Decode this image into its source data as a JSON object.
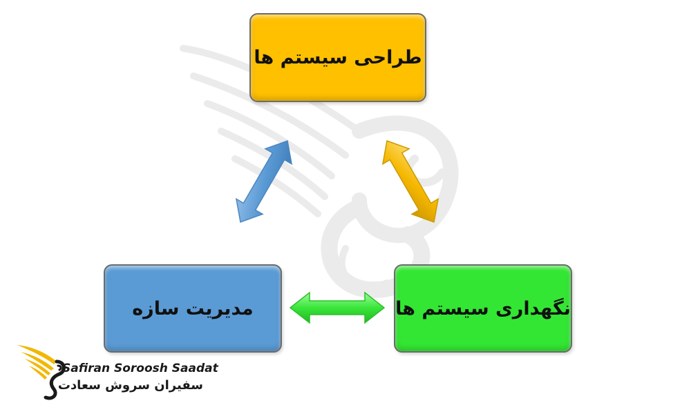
{
  "diagram": {
    "nodes": {
      "design": {
        "label": "طراحی سیستم ها",
        "color": "#ffc000"
      },
      "management": {
        "label": "مدیریت سازه",
        "color": "#5b9bd5"
      },
      "maintenance": {
        "label": "نگهداری سیستم ها",
        "color": "#33e633"
      }
    },
    "edges": [
      {
        "from": "management",
        "to": "design",
        "type": "bidirectional",
        "color": "#5b9bd5"
      },
      {
        "from": "design",
        "to": "maintenance",
        "type": "bidirectional",
        "color": "#ffc000"
      },
      {
        "from": "management",
        "to": "maintenance",
        "type": "bidirectional",
        "color": "#33e633"
      }
    ]
  },
  "logo": {
    "name_en": "Safiran Soroosh Saadat",
    "name_fa": "سفیران سروش سعادت",
    "accent_color": "#f2b705"
  },
  "watermark": {
    "icon": "wing-s-logo-icon",
    "color": "#e6e6e6"
  }
}
